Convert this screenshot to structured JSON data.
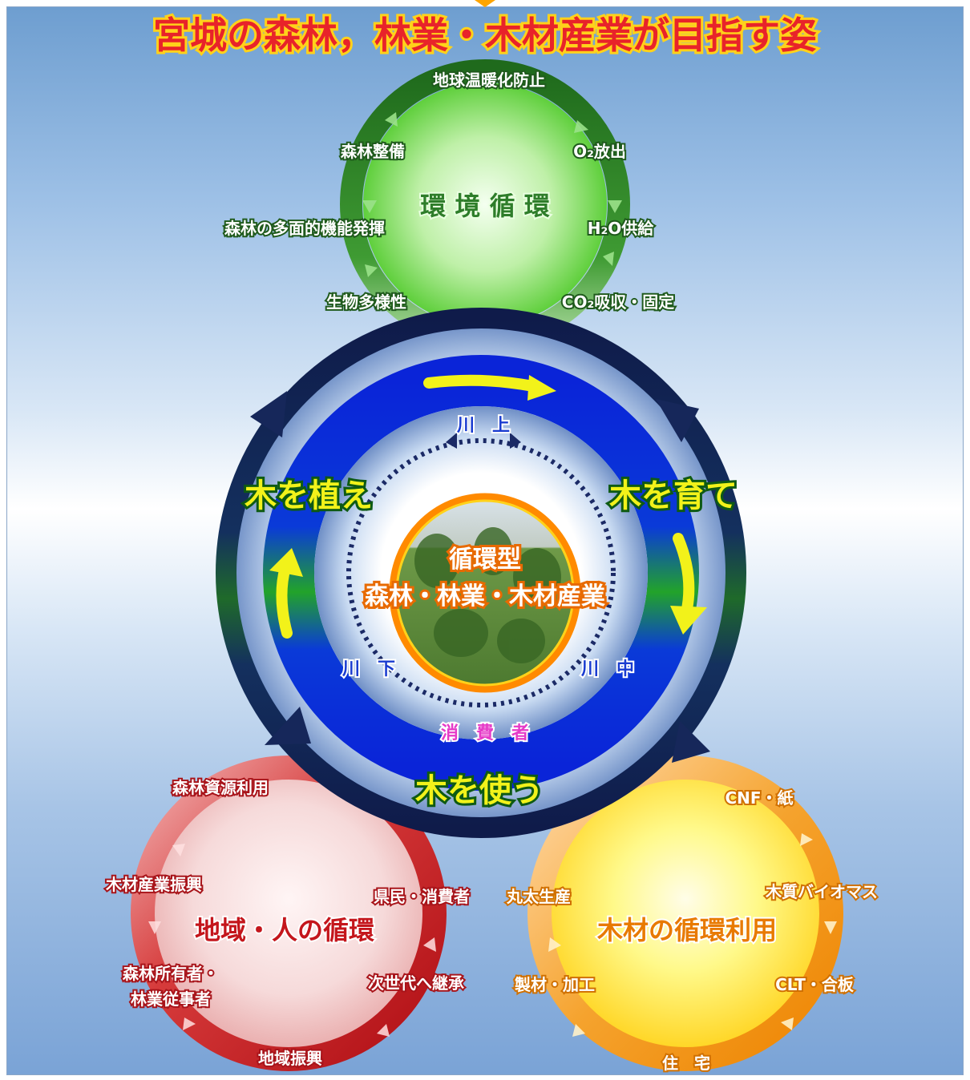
{
  "title": "宮城の森林，林業・木材産業が目指す姿",
  "center": {
    "line1": "循環型",
    "line2": "森林・林業・木材産業"
  },
  "main_cycle": {
    "plant": "木を植え",
    "grow": "木を育て",
    "use": "木を使う"
  },
  "river": {
    "upper": "川　上",
    "middle": "川　中",
    "lower": "川　下",
    "consumer": "消　費　者"
  },
  "environment": {
    "title": "環 境 循 環",
    "items": {
      "warming": "地球温暖化防止",
      "forest_maintenance": "森林整備",
      "o2_release": "O₂放出",
      "multifunction": "森林の多面的機能発揮",
      "h2o_supply": "H₂O供給",
      "biodiversity": "生物多様性",
      "co2_absorption": "CO₂吸収・固定"
    }
  },
  "region": {
    "title": "地域・人の循環",
    "items": {
      "resource_use": "森林資源利用",
      "industry_promotion": "木材産業振興",
      "citizens": "県民・消費者",
      "owners_line1": "森林所有者・",
      "owners_line2": "林業従事者",
      "next_generation": "次世代へ継承",
      "regional_promotion": "地域振興"
    }
  },
  "wood": {
    "title": "木材の循環利用",
    "items": {
      "cnf_paper": "CNF・紙",
      "log_production": "丸太生産",
      "biomass": "木質バイオマス",
      "sawmill": "製材・加工",
      "clt": "CLT・合板",
      "housing": "住　宅"
    }
  },
  "colors": {
    "title_fill": "#e8232a",
    "title_outline": "#ffd21a",
    "env_green": "#2e7d2a",
    "region_red": "#c4161c",
    "wood_orange": "#f08c00",
    "ring_navy": "#1b2a55",
    "ring_blue": "#0b2fd6",
    "cycle_label": "#f2f21a"
  }
}
